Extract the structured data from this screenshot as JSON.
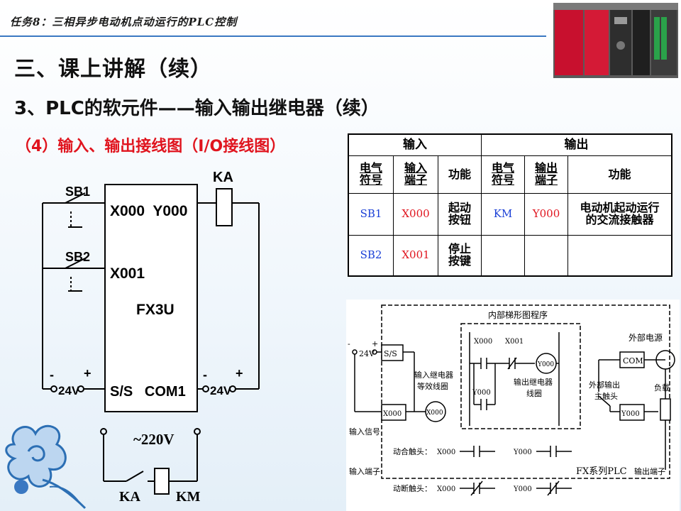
{
  "header": {
    "task_title": "任务8：三相异步电动机点动运行的PLC控制"
  },
  "section_title": "三、课上讲解（续）",
  "subtitle": "3、PLC的软元件——输入输出继电器（续）",
  "diagram_title": "（4）输入、输出接线图（I/O接线图）",
  "table": {
    "group_headers": {
      "input": "输入",
      "output": "输出"
    },
    "col_headers": [
      {
        "line1": "电气",
        "line2": "符号"
      },
      {
        "line1": "输入",
        "line2": "端子"
      },
      {
        "text": "功能"
      },
      {
        "line1": "电气",
        "line2": "符号"
      },
      {
        "line1": "输出",
        "line2": "端子"
      },
      {
        "text": "功能"
      }
    ],
    "rows": [
      {
        "in_symbol": "SB1",
        "in_terminal": "X000",
        "in_func1": "起动",
        "in_func2": "按钮",
        "out_symbol": "KM",
        "out_terminal": "Y000",
        "out_func1": "电动机起动运行",
        "out_func2": "的交流接触器"
      },
      {
        "in_symbol": "SB2",
        "in_terminal": "X001",
        "in_func1": "停止",
        "in_func2": "按键",
        "out_symbol": "",
        "out_terminal": "",
        "out_func1": "",
        "out_func2": ""
      }
    ]
  },
  "wiring": {
    "ka": "KA",
    "sb1": "SB1",
    "sb2": "SB2",
    "x000_y000": "X000  Y000",
    "x001": "X001",
    "model": "FX3U",
    "ss_com": "S/S   COM1",
    "v24_left": "24V",
    "v24_right": "24V",
    "minus": "-",
    "plus": "+",
    "ac_voltage": "~220V",
    "ka_contact": "KA",
    "km_coil": "KM"
  },
  "internal": {
    "ladder_title": "内部梯形图程序",
    "ext_power": "外部电源",
    "v24": "24V",
    "plus": "+",
    "minus": "-",
    "ss": "S/S",
    "com": "COM",
    "x000": "X000",
    "x001": "X001",
    "y000": "Y000",
    "input_coil1": "输入继电器",
    "input_coil2": "等效线圈",
    "output_coil1": "输出继电器",
    "output_coil2": "线圈",
    "ext_contact1": "外部输出",
    "ext_contact2": "主触头",
    "load": "负载",
    "input_signal": "输入信号",
    "no_contact": "动合触头：",
    "nc_contact": "动断触头：",
    "input_terminal": "输入端子",
    "fx_series": "FX系列PLC",
    "output_terminal": "输出端子"
  },
  "colors": {
    "accent_red": "#e0141e",
    "accent_blue": "#1a3fd6",
    "line_blue": "#3a78c2"
  }
}
